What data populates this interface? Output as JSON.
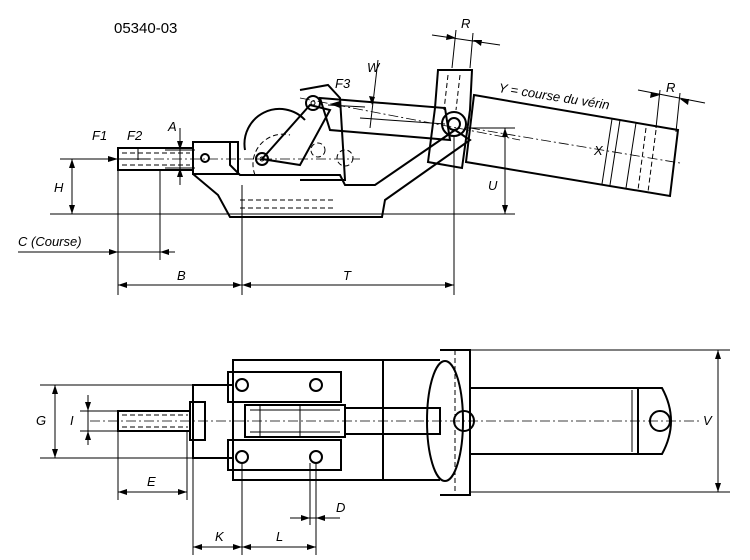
{
  "drawing_code": "05340-03",
  "labels": {
    "F1": "F1",
    "F2": "F2",
    "F3": "F3",
    "A": "A",
    "H": "H",
    "C": "C (Course)",
    "B": "B",
    "T": "T",
    "U": "U",
    "W": "W",
    "R1": "R",
    "R2": "R",
    "X": "X",
    "Y": "Y = course du vérin",
    "G": "G",
    "I": "I",
    "E": "E",
    "K": "K",
    "L": "L",
    "D": "D",
    "V": "V"
  }
}
